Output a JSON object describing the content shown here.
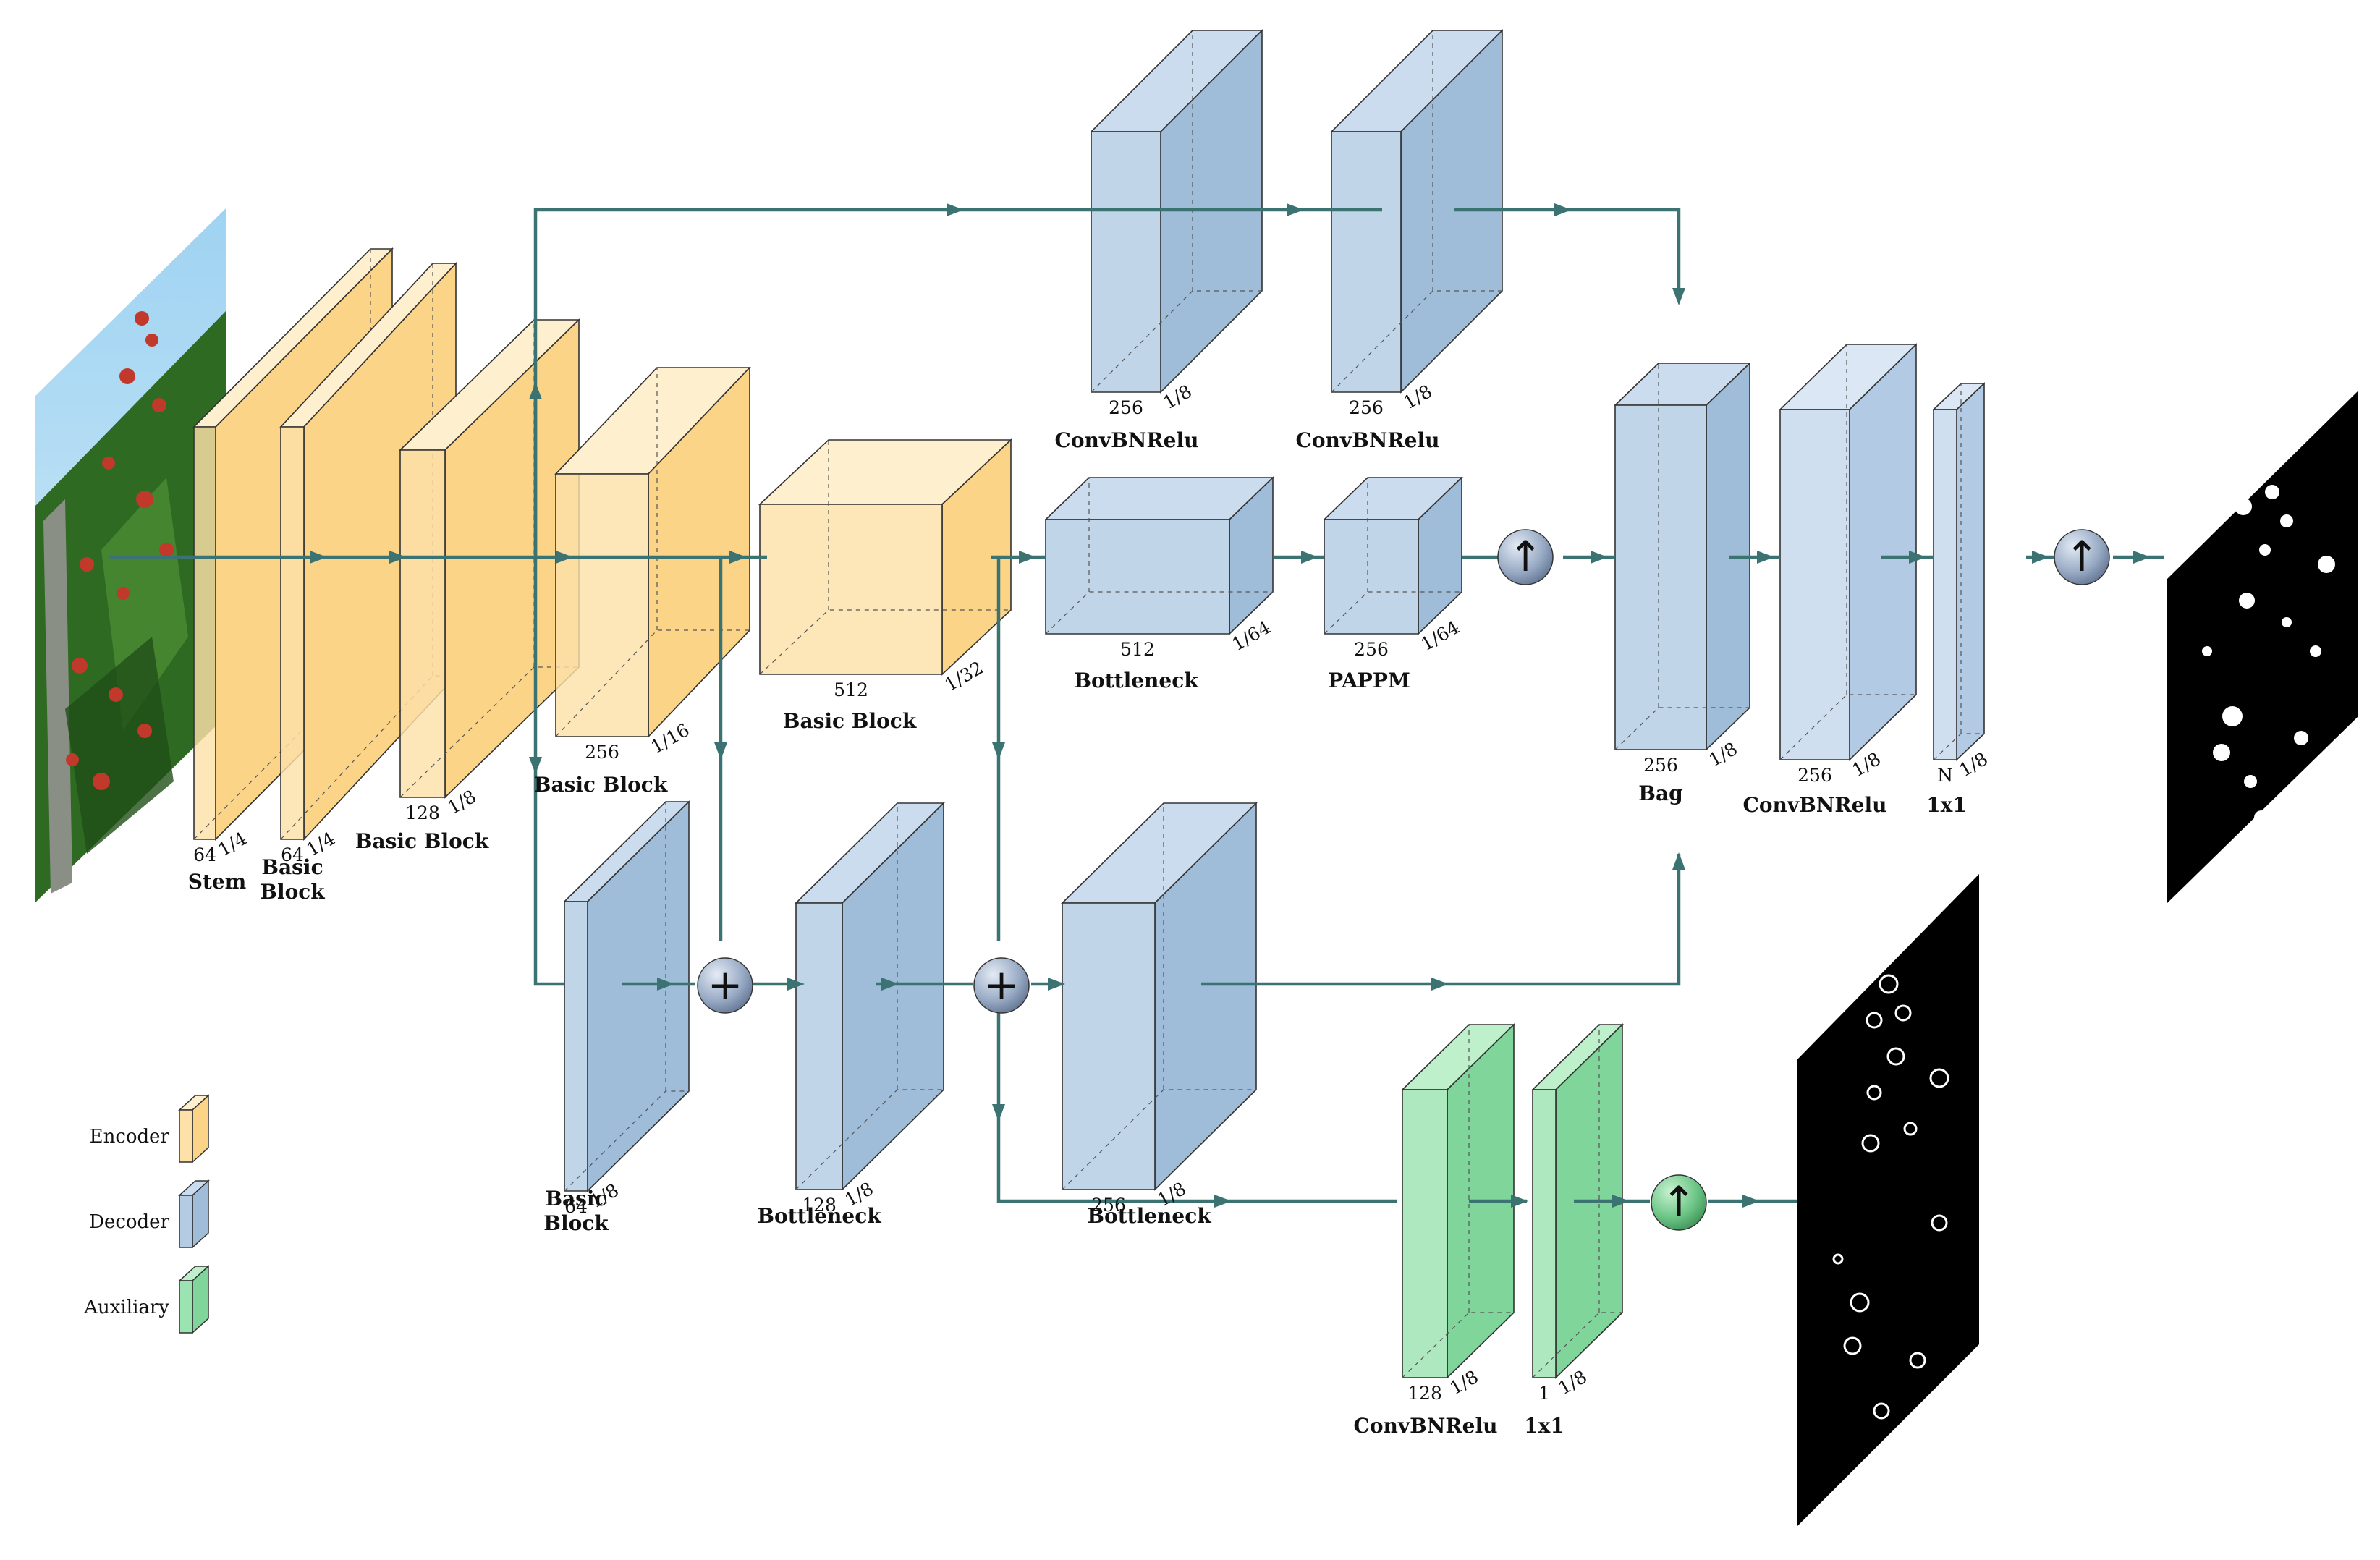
{
  "colors": {
    "encoder_front": "#fde1a8",
    "encoder_side": "#fcd488",
    "encoder_top": "#fef0cf",
    "decoder_front": "#b3cce4",
    "decoder_side": "#9fbcd9",
    "decoder_top": "#ccdcef",
    "auxiliary_front": "#9be3b0",
    "auxiliary_side": "#80d59a",
    "auxiliary_top": "#bdf0cb",
    "arrow": "#3b7272",
    "edge": "#333333"
  },
  "legend": [
    {
      "label": "Encoder",
      "kind": "encoder"
    },
    {
      "label": "Decoder",
      "kind": "decoder"
    },
    {
      "label": "Auxiliary",
      "kind": "auxiliary"
    }
  ],
  "blocks": [
    {
      "id": "stem",
      "kind": "encoder",
      "channels": "64",
      "scale": "1/4",
      "label": [
        "Stem"
      ]
    },
    {
      "id": "enc-basic-1",
      "kind": "encoder",
      "channels": "64",
      "scale": "1/4",
      "label": [
        "Basic",
        "Block"
      ]
    },
    {
      "id": "enc-basic-2",
      "kind": "encoder",
      "channels": "128",
      "scale": "1/8",
      "label": [
        "Basic Block"
      ]
    },
    {
      "id": "enc-basic-3",
      "kind": "encoder",
      "channels": "256",
      "scale": "1/16",
      "label": [
        "Basic Block"
      ]
    },
    {
      "id": "enc-basic-4",
      "kind": "encoder",
      "channels": "512",
      "scale": "1/32",
      "label": [
        "Basic Block"
      ]
    },
    {
      "id": "convbnrelu-a",
      "kind": "decoder",
      "channels": "256",
      "scale": "1/8",
      "label": [
        "ConvBNRelu"
      ]
    },
    {
      "id": "convbnrelu-b",
      "kind": "decoder",
      "channels": "256",
      "scale": "1/8",
      "label": [
        "ConvBNRelu"
      ]
    },
    {
      "id": "bottleneck-deep",
      "kind": "decoder",
      "channels": "512",
      "scale": "1/64",
      "label": [
        "Bottleneck"
      ]
    },
    {
      "id": "pappm",
      "kind": "decoder",
      "channels": "256",
      "scale": "1/64",
      "label": [
        "PAPPM"
      ]
    },
    {
      "id": "bag",
      "kind": "decoder",
      "channels": "256",
      "scale": "1/8",
      "label": [
        "Bag"
      ]
    },
    {
      "id": "head-convbnrelu",
      "kind": "decoder-light",
      "channels": "256",
      "scale": "1/8",
      "label": [
        "ConvBNRelu"
      ]
    },
    {
      "id": "head-1x1",
      "kind": "decoder-light",
      "channels": "N",
      "scale": "1/8",
      "label": [
        "1x1"
      ]
    },
    {
      "id": "dec-basic",
      "kind": "decoder",
      "channels": "64",
      "scale": "1/8",
      "label": [
        "Basic",
        "Block"
      ]
    },
    {
      "id": "dec-bottleneck-1",
      "kind": "decoder",
      "channels": "128",
      "scale": "1/8",
      "label": [
        "Bottleneck"
      ]
    },
    {
      "id": "dec-bottleneck-2",
      "kind": "decoder",
      "channels": "256",
      "scale": "1/8",
      "label": [
        "Bottleneck"
      ]
    },
    {
      "id": "aux-convbnrelu",
      "kind": "auxiliary",
      "channels": "128",
      "scale": "1/8",
      "label": [
        "ConvBNRelu"
      ]
    },
    {
      "id": "aux-1x1",
      "kind": "auxiliary",
      "channels": "1",
      "scale": "1/8",
      "label": [
        "1x1"
      ]
    }
  ],
  "operators": [
    {
      "id": "upsample-main",
      "symbol": "↑",
      "kind": "decoder"
    },
    {
      "id": "upsample-output",
      "symbol": "↑",
      "kind": "decoder"
    },
    {
      "id": "add-1",
      "symbol": "+",
      "kind": "decoder"
    },
    {
      "id": "add-2",
      "symbol": "+",
      "kind": "decoder"
    },
    {
      "id": "upsample-aux",
      "symbol": "↑",
      "kind": "auxiliary"
    }
  ]
}
